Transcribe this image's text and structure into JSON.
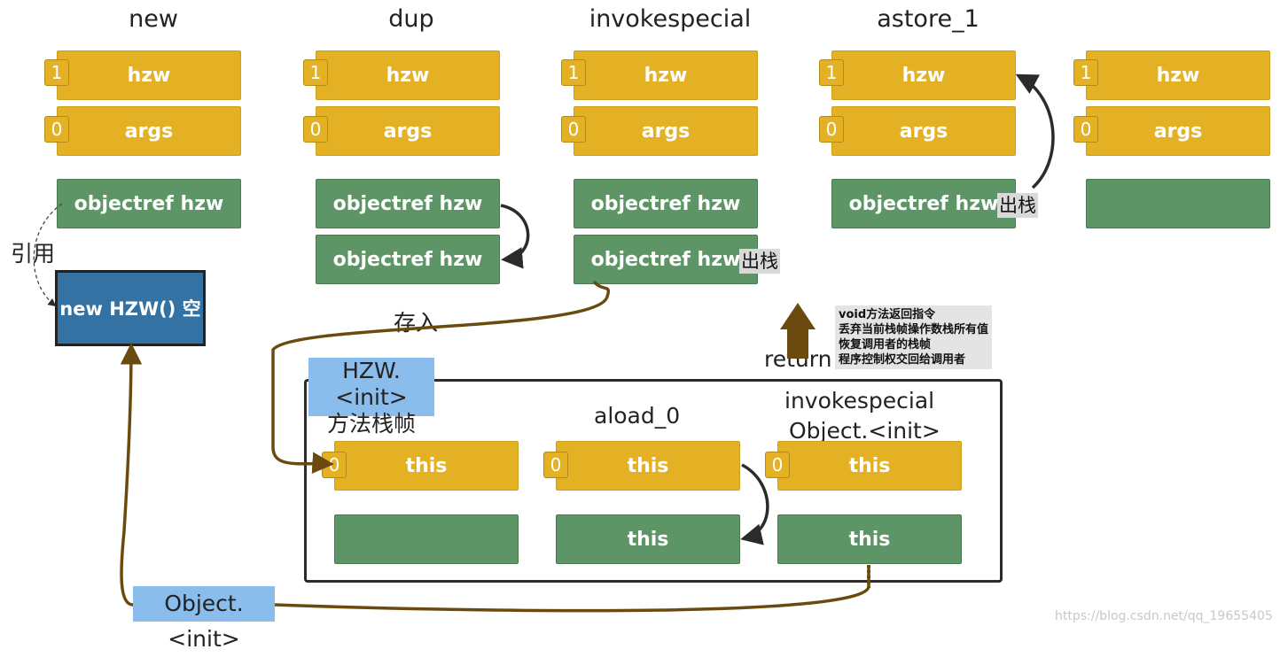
{
  "steps": [
    {
      "title": "new",
      "slot1": "hzw",
      "slot0": "args",
      "stack": [
        "objectref hzw"
      ]
    },
    {
      "title": "dup",
      "slot1": "hzw",
      "slot0": "args",
      "stack": [
        "objectref hzw",
        "objectref hzw"
      ]
    },
    {
      "title": "invokespecial",
      "slot1": "hzw",
      "slot0": "args",
      "stack": [
        "objectref hzw",
        "objectref hzw"
      ]
    },
    {
      "title": "astore_1",
      "slot1": "hzw",
      "slot0": "args",
      "stack": [
        "objectref hzw"
      ]
    },
    {
      "title": "",
      "slot1": "hzw",
      "slot0": "args",
      "stack": [
        ""
      ]
    }
  ],
  "index_labels": {
    "one": "1",
    "zero": "0"
  },
  "pop_label": "出栈",
  "reference_label": "引用",
  "heap_object": "new HZW() 空",
  "store_label": "存入",
  "init_frame": {
    "title": "HZW.<init>\n方法栈帧",
    "title_line1": "HZW.<init>",
    "title_line2": "方法栈帧",
    "steps": [
      {
        "title": "",
        "slot0": "this",
        "stack": ""
      },
      {
        "title": "aload_0",
        "slot0": "this",
        "stack": "this"
      },
      {
        "title_line1": "invokespecial",
        "title_line2": "Object.<init>",
        "slot0": "this",
        "stack": "this"
      }
    ]
  },
  "return_label": "return",
  "return_notes": [
    "void方法返回指令",
    "丢弃当前栈帧操作数栈所有值",
    "恢复调用者的栈帧",
    "程序控制权交回给调用者"
  ],
  "object_init_label": "Object.<init>",
  "watermark": "https://blog.csdn.net/qq_19655405",
  "colors": {
    "slot": "#E5B124",
    "stack": "#5E9566",
    "heap": "#3372A3",
    "label_blue": "#8ABDEB",
    "arrow_brown": "#6B4A10"
  }
}
